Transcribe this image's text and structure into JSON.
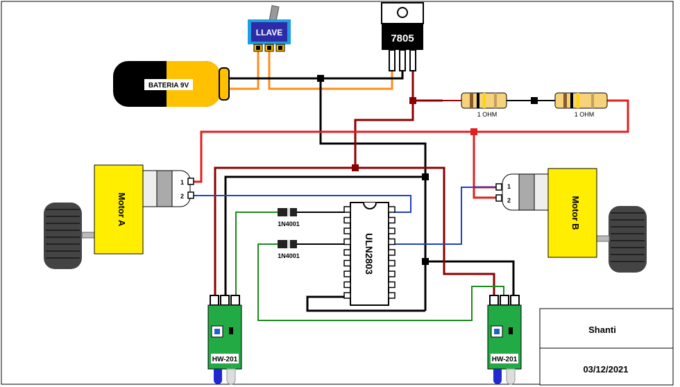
{
  "diagram": {
    "title_block": {
      "author": "Shanti",
      "date": "03/12/2021"
    },
    "components": {
      "battery": {
        "label": "BATERIA 9V"
      },
      "switch": {
        "label": "LLAVE"
      },
      "regulator": {
        "label": "7805"
      },
      "resistors": [
        {
          "label": "1 OHM"
        },
        {
          "label": "1 OHM"
        }
      ],
      "motor_a": {
        "label": "Motor A",
        "pins": [
          "1",
          "2"
        ]
      },
      "motor_b": {
        "label": "Motor B",
        "pins": [
          "1",
          "2"
        ]
      },
      "diodes": [
        {
          "label": "1N4001"
        },
        {
          "label": "1N4001"
        }
      ],
      "driver_ic": {
        "label": "ULN2803"
      },
      "sensors": [
        {
          "label": "HW-201"
        },
        {
          "label": "HW-201"
        }
      ]
    },
    "colors": {
      "gnd": "#000000",
      "vcc_5v": "#8b0000",
      "vbat": "#e02020",
      "switch_wire": "#ff8c1a",
      "signal": "#2040c0",
      "sensor_out": "#1a8a1a",
      "module_body": "#ffee00",
      "sensor_body": "#22aa44"
    }
  }
}
